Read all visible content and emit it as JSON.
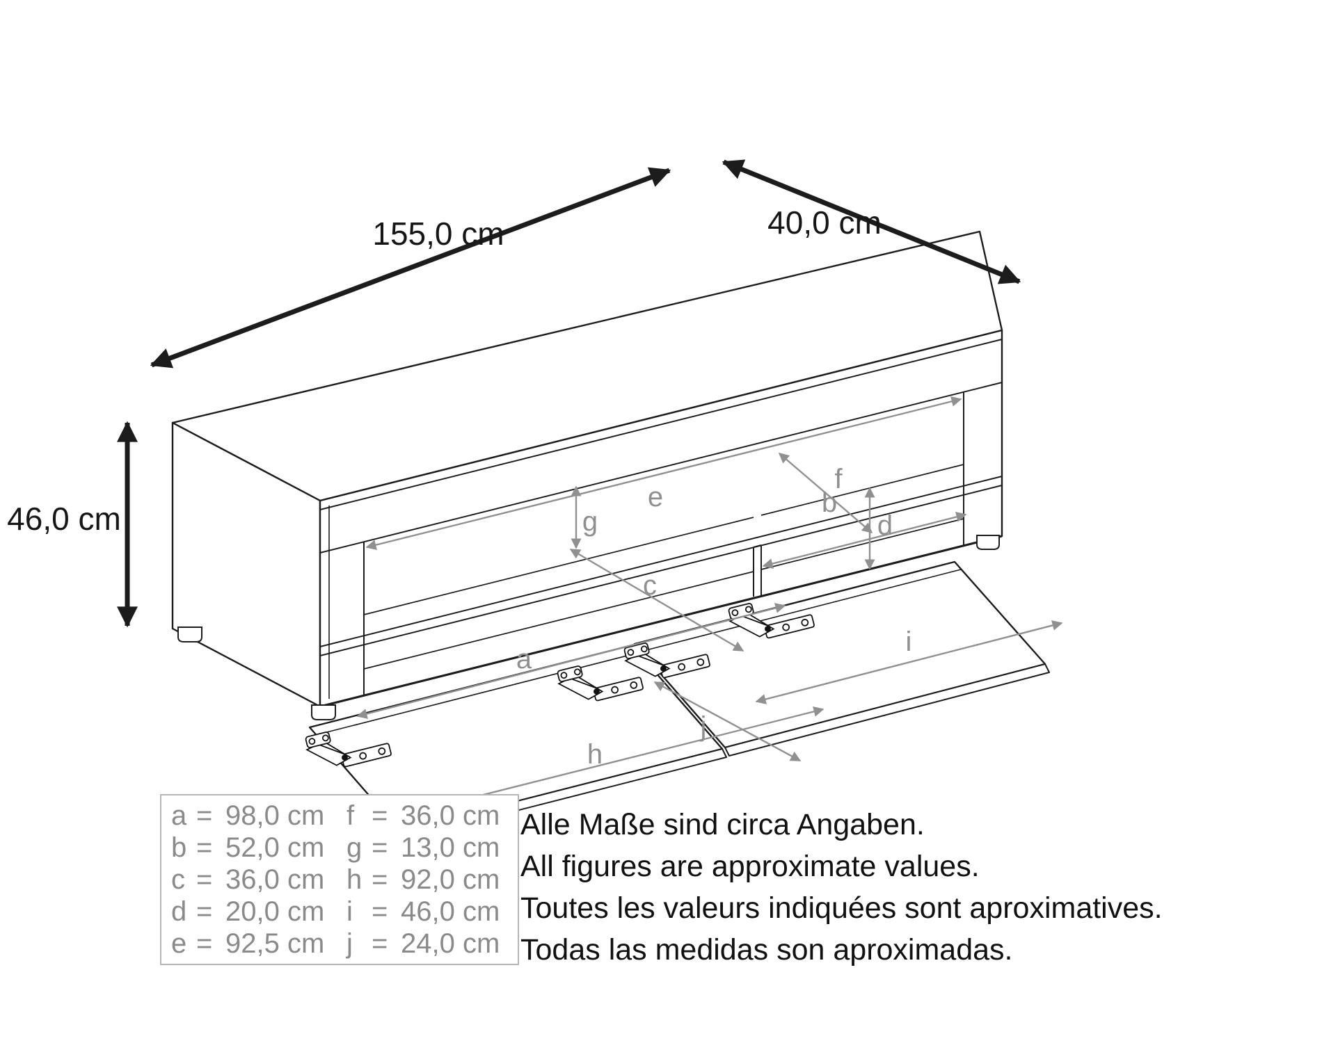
{
  "diagram": {
    "width_label": "155,0 cm",
    "depth_label": "40,0 cm",
    "height_label": "46,0 cm",
    "letters": {
      "a": "a",
      "b": "b",
      "c": "c",
      "d": "d",
      "e": "e",
      "f": "f",
      "g": "g",
      "h": "h",
      "i": "i",
      "j": "j"
    }
  },
  "table": {
    "left": [
      {
        "k": "a",
        "eq": "=",
        "v": "98,0 cm"
      },
      {
        "k": "b",
        "eq": "=",
        "v": "52,0 cm"
      },
      {
        "k": "c",
        "eq": "=",
        "v": "36,0 cm"
      },
      {
        "k": "d",
        "eq": "=",
        "v": "20,0 cm"
      },
      {
        "k": "e",
        "eq": "=",
        "v": "92,5 cm"
      }
    ],
    "right": [
      {
        "k": "f",
        "eq": "=",
        "v": "36,0 cm"
      },
      {
        "k": "g",
        "eq": "=",
        "v": "13,0 cm"
      },
      {
        "k": "h",
        "eq": "=",
        "v": "92,0 cm"
      },
      {
        "k": "i",
        "eq": "=",
        "v": "46,0 cm"
      },
      {
        "k": "j",
        "eq": "=",
        "v": "24,0 cm"
      }
    ]
  },
  "notes": [
    "Alle Maße sind circa Angaben.",
    "All figures are approximate values.",
    "Toutes les valeurs indiquées sont aproximatives.",
    "Todas las medidas son aproximadas."
  ],
  "colors": {
    "line": "#1c1c1c",
    "dim_gray": "#8f8f8f",
    "table_border": "#b5b5b5",
    "background": "#ffffff"
  }
}
